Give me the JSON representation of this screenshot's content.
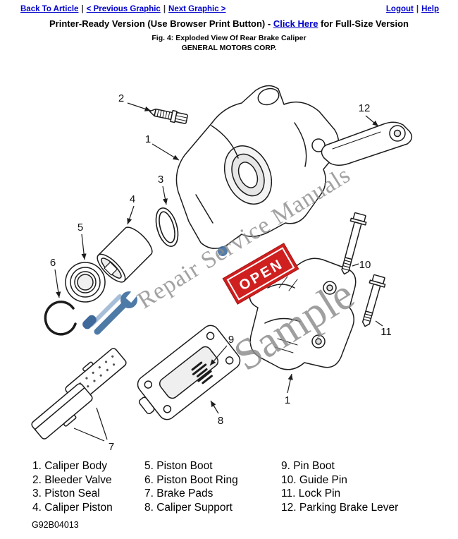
{
  "nav": {
    "back_to_article": "Back To Article",
    "previous_graphic": "< Previous Graphic",
    "next_graphic": "Next Graphic >",
    "logout": "Logout",
    "help": "Help",
    "separator": "|"
  },
  "header": {
    "printer_ready_prefix": "Printer-Ready Version (Use Browser Print Button) - ",
    "click_here_label": "Click Here",
    "printer_ready_suffix": " for Full-Size Version",
    "figure_caption": "Fig. 4: Exploded View Of Rear Brake Caliper",
    "company": "GENERAL MOTORS CORP."
  },
  "diagram": {
    "watermark_primary": "Repair Service Manuals",
    "watermark_secondary": "Sample",
    "stamp_label": "OPEN",
    "callouts": {
      "caliper_body": "1",
      "bleeder_valve": "2",
      "piston_seal": "3",
      "caliper_piston": "4",
      "piston_boot": "5",
      "piston_boot_ring": "6",
      "brake_pads": "7",
      "caliper_support": "8",
      "pin_boot": "9",
      "guide_pin": "10",
      "lock_pin": "11",
      "parking_brake_lever": "12",
      "caliper_body_assembled": "1"
    }
  },
  "legend": {
    "columns": [
      [
        "1. Caliper Body",
        "2. Bleeder Valve",
        "3. Piston Seal",
        "4. Caliper Piston"
      ],
      [
        "5. Piston Boot",
        "6. Piston Boot Ring",
        "7. Brake Pads",
        "8. Caliper Support"
      ],
      [
        "9. Pin Boot",
        "10. Guide Pin",
        "11. Lock Pin",
        "12. Parking Brake Lever"
      ]
    ]
  },
  "footer": {
    "drawing_code": "G92B04013"
  },
  "colors": {
    "link": "#0000cc",
    "stamp_red": "#cf1f1f",
    "watermark_gray": "#8e8e8e",
    "line_art": "#1c1c1c"
  }
}
